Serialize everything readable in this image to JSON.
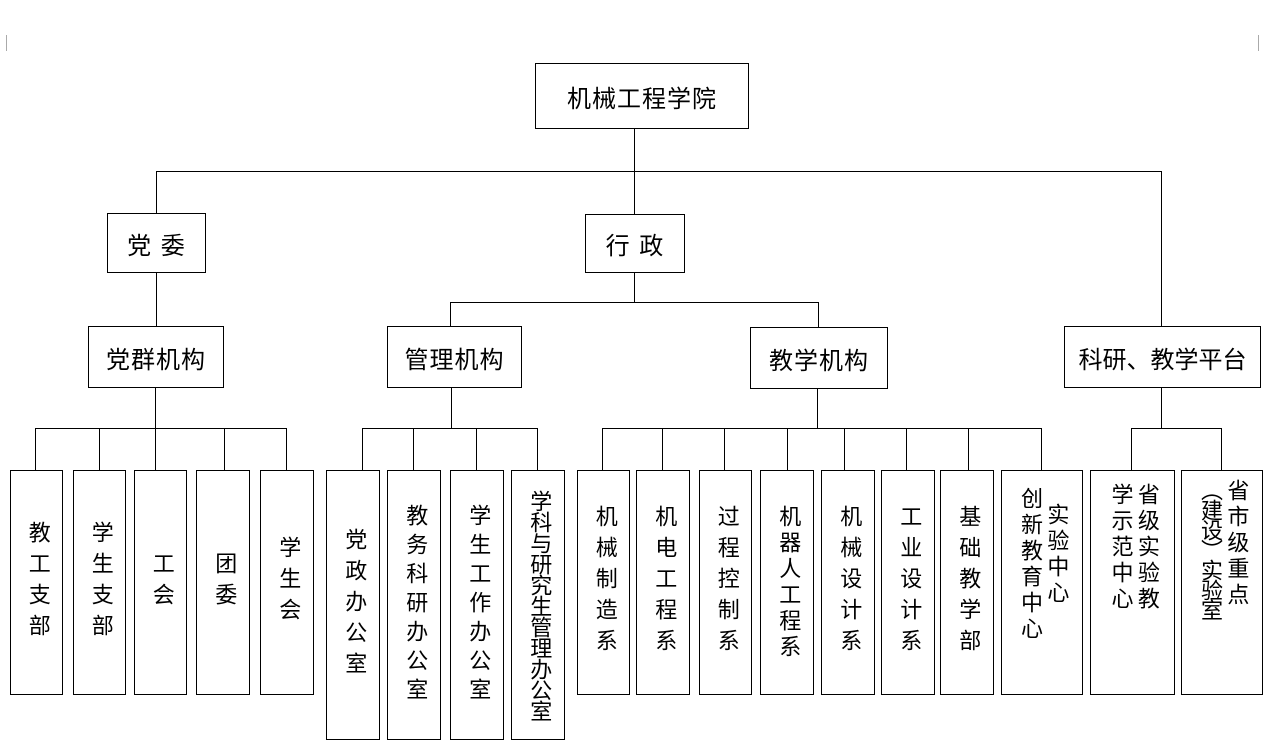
{
  "org_chart": {
    "root": "机械工程学院",
    "party_committee": "党 委",
    "administration": "行 政",
    "party_orgs": "党群机构",
    "management_orgs": "管理机构",
    "teaching_orgs": "教学机构",
    "research_platform": "科研、教学平台",
    "units": {
      "faculty_branch": "教工支部",
      "student_branch": "学生支部",
      "union": "工会",
      "youth_league": "团委",
      "student_union": "学生会",
      "party_office": "党政办公室",
      "academic_office": "教务科研办公室",
      "student_affairs_office": "学生工作办公室",
      "graduate_office": "学科与研究生管理办公室",
      "dept_manufacturing": "机械制造系",
      "dept_mechatronics": "机电工程系",
      "dept_process_control": "过程控制系",
      "dept_robotics": "机器人工程系",
      "dept_mech_design": "机械设计系",
      "dept_industrial_design": "工业设计系",
      "basic_teaching": "基础教学部",
      "innovation_center_col1": "实验中心",
      "innovation_center_col2": "创新教育中心",
      "provincial_center_col1": "省级实验教",
      "provincial_center_col2": "学示范中心",
      "city_lab_col1": "省市级重点",
      "city_lab_col2": "（建设）实验室"
    }
  }
}
